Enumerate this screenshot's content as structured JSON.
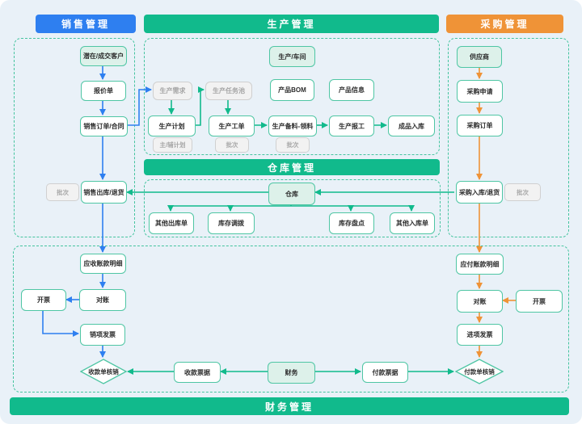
{
  "colors": {
    "background": "#e9f1f8",
    "sales_blue": "#2e7ff0",
    "production_green": "#11ba8c",
    "purchase_orange": "#ef9337",
    "node_border_teal": "#4fc6a4",
    "mint_fill": "#ddf1ea",
    "disabled_gray": "#f2f2f2"
  },
  "headers": {
    "sales": "销售管理",
    "production": "生产管理",
    "purchase": "采购管理",
    "warehouse": "仓库管理",
    "finance": "财务管理"
  },
  "sales": {
    "customer": "潜在/成交客户",
    "quote": "报价单",
    "order": "销售订单/合同",
    "outbound": "销售出库/退货",
    "outbound_tag": "批次",
    "receivable": "应收账款明细",
    "reconcile": "对账",
    "invoicing": "开票",
    "output_invoice": "销项发票",
    "receipt_writeoff": "收款单核销"
  },
  "production": {
    "workshop": "生产/车间",
    "demand": "生产需求",
    "task_pool": "生产任务池",
    "bom": "产品BOM",
    "product_info": "产品信息",
    "plan": "生产计划",
    "plan_tag": "主/辅计划",
    "work_order": "生产工单",
    "work_order_tag": "批次",
    "material": "生产备料-领料",
    "material_tag": "批次",
    "report": "生产报工",
    "finished_in": "成品入库"
  },
  "warehouse": {
    "store": "仓库",
    "other_out": "其他出库单",
    "transfer": "库存调拨",
    "stocktake": "库存盘点",
    "other_in": "其他入库单"
  },
  "purchase": {
    "supplier": "供应商",
    "request": "采购申请",
    "order": "采购订单",
    "inbound": "采购入库/退货",
    "inbound_tag": "批次",
    "payable": "应付账款明细",
    "reconcile": "对账",
    "invoicing": "开票",
    "input_invoice": "进项发票",
    "payment_writeoff": "付款单核销"
  },
  "finance": {
    "receipt_bill": "收款票据",
    "finance_dept": "财务",
    "payment_bill": "付款票据"
  }
}
